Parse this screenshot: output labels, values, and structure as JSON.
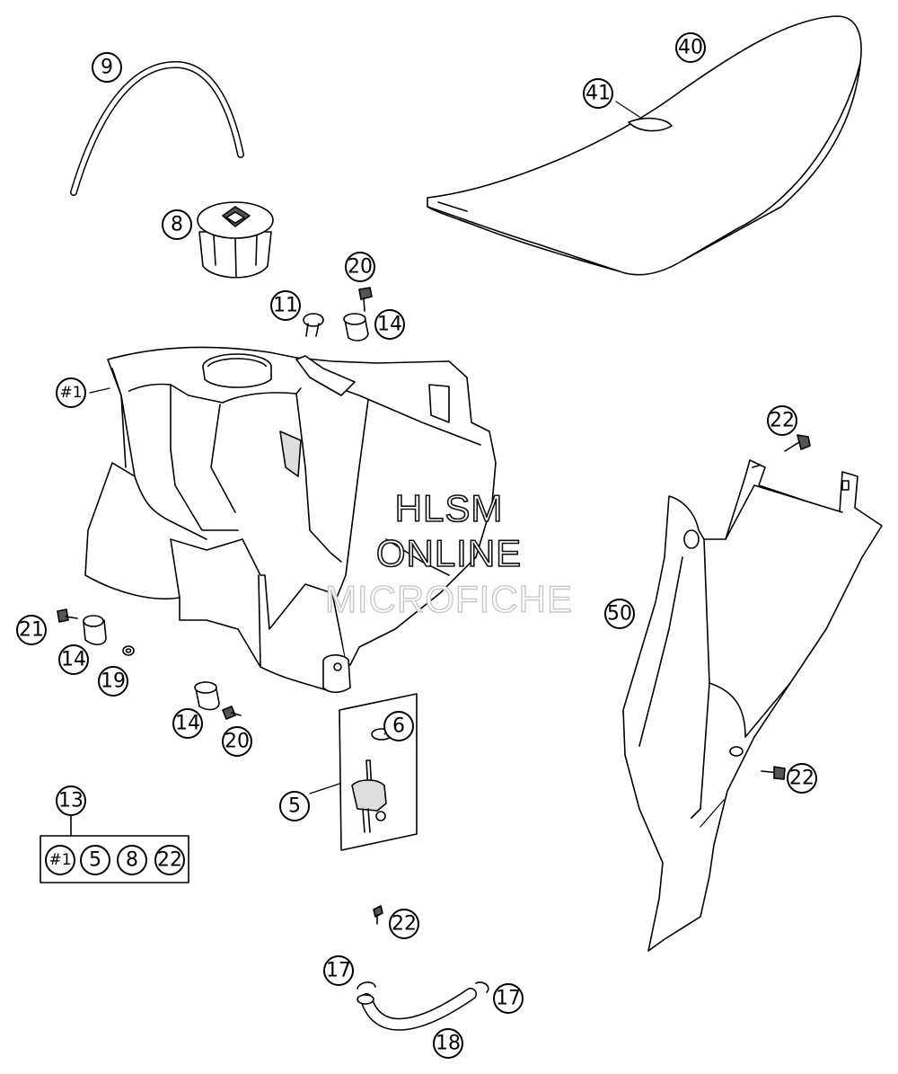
{
  "watermark": {
    "line1": "HLSM",
    "line2": "ONLINE",
    "line3": "MICROFICHE"
  },
  "callouts": [
    {
      "id": "c9",
      "text": "9"
    },
    {
      "id": "c8",
      "text": "8"
    },
    {
      "id": "c40",
      "text": "40"
    },
    {
      "id": "c41",
      "text": "41"
    },
    {
      "id": "c20a",
      "text": "20"
    },
    {
      "id": "c11",
      "text": "11"
    },
    {
      "id": "c14a",
      "text": "14"
    },
    {
      "id": "c1",
      "text": "#1"
    },
    {
      "id": "c22a",
      "text": "22"
    },
    {
      "id": "c50",
      "text": "50"
    },
    {
      "id": "c21",
      "text": "21"
    },
    {
      "id": "c14b",
      "text": "14"
    },
    {
      "id": "c19",
      "text": "19"
    },
    {
      "id": "c14c",
      "text": "14"
    },
    {
      "id": "c20b",
      "text": "20"
    },
    {
      "id": "c6",
      "text": "6"
    },
    {
      "id": "c5",
      "text": "5"
    },
    {
      "id": "c22b",
      "text": "22"
    },
    {
      "id": "c13",
      "text": "13"
    },
    {
      "id": "c22c",
      "text": "22"
    },
    {
      "id": "c17a",
      "text": "17"
    },
    {
      "id": "c17b",
      "text": "17"
    },
    {
      "id": "c18",
      "text": "18"
    }
  ],
  "kit_13": {
    "items": [
      "#1",
      "5",
      "8",
      "22"
    ]
  },
  "colors": {
    "line": "#000000",
    "fill": "#ffffff",
    "shade": "#e6e6e6",
    "dark": "#444444"
  }
}
